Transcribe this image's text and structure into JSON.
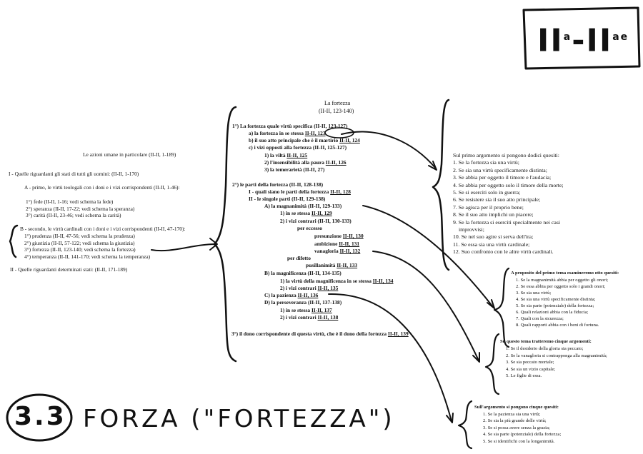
{
  "corner_label": {
    "main": "II",
    "sup1": "a",
    "sep": "-",
    "main2": "II",
    "sup2": "ae"
  },
  "handwritten_title": {
    "number": "3.3",
    "text": "FORZA (\"FORTEZZA\")"
  },
  "left": {
    "title": "Le azioni umane in particolare (II-II, 1-189)",
    "section_i": "I - Quelle riguardanti gli stati di tutti gli uomini: (II-II, 1-170)",
    "part_a": "A - primo, le virtù teologali con i doni e i vizi corrispondenti (II-II, 1-46):",
    "a_items": [
      "1°) fede (II-II, 1-16; vedi schema la fede)",
      "2°) speranza (II-II, 17-22; vedi schema la speranza)",
      "3°) carità (II-II, 23-46; vedi schema la carità)"
    ],
    "part_b": "B - secondo, le virtù cardinali con i doni e i vizi corrispondenti (II-II, 47-170):",
    "b_items": [
      "1°) prudenza (II-II, 47-56; vedi schema la prudenza)",
      "2°) giustizia (II-II, 57-122; vedi schema la giustizia)",
      "3°) fortezza (II-II, 123-140; vedi schema la fortezza)",
      "4°) temperanza (II-II, 141-170; vedi schema la temperanza)"
    ],
    "section_ii": "II - Quelle riguardanti determinati stati: (II-II, 171-189)"
  },
  "center": {
    "title": "La fortezza",
    "subtitle": "(II-II, 123-140)",
    "p1": "1°) La fortezza quale virtù specifica (II-II, 123-127)",
    "p1a_label": "a) la fortezza in se stessa",
    "p1a_ref": "II-II, 123",
    "p1b_label": "b) il suo atto principale che è il martirio",
    "p1b_ref": "II-II, 124",
    "p1c": "c) i vizi opposti alla fortezza (II-II, 125-127)",
    "p1c1_label": "1) la viltà",
    "p1c1_ref": "II-II, 125",
    "p1c2_label": "2) l'insensibilità alla paura",
    "p1c2_ref": "II-II, 126",
    "p1c3": "3) la temerarietà (II-II, 27)",
    "p2": "2°) le parti della fortezza (II-II, 128-138)",
    "p2i_label": "I - quali siano le parti della fortezza",
    "p2i_ref": "II-II, 128",
    "p2ii": "II - le singole parti (II-II, 129-138)",
    "a_magn": "A) la magnanimità (II-II, 129-133)",
    "a1_label": "1) in se stessa",
    "a1_ref": "II-II, 129",
    "a2": "2) i vizi contrari (II-II, 130-133)",
    "per_eccesso": "per eccesso",
    "presunzione_label": "presunzione",
    "presunzione_ref": "II-II, 130",
    "ambizione_label": "ambizione",
    "ambizione_ref": "II-II, 131",
    "vanagloria_label": "vanagloria",
    "vanagloria_ref": "II-II, 132",
    "per_difetto": "per difetto",
    "pusillanimita_label": "pusillanimità",
    "pusillanimita_ref": "II-II, 133",
    "b_magnif": "B) la magnificenza (II-II, 134-135)",
    "b1_label": "1) la virtù della magnificenza in se stessa",
    "b1_ref": "II-II, 134",
    "b2_label": "2) i vizi contrari",
    "b2_ref": "II-II, 135",
    "c_paz_label": "C) la pazienza",
    "c_paz_ref": "II-II, 136",
    "d_pers": "D) la perseveranza (II-II, 137-138)",
    "d1_label": "1) in se stessa",
    "d1_ref": "II-II, 137",
    "d2_label": "2) i vizi contrari",
    "d2_ref": "II-II, 138",
    "p3_label": "3°) il dono corrispondente di questa virtù, che è il dono della fortezza",
    "p3_ref": "II-II, 139"
  },
  "right1": {
    "title": "Sul primo argomento si pongono dodici quesiti:",
    "items": [
      "1. Se la fortezza sia una virtù;",
      "2. Se sia una virtù specificamente distinta;",
      "3. Se abbia per oggetto il timore e l'audacia;",
      "4. Se abbia per oggetto solo il timore della morte;",
      "5. Se si eserciti solo in guerra;",
      "6. Se resistere sia il suo atto principale;",
      "7. Se agisca per il proprio bene;",
      "8. Se il suo atto implichi un piacere;",
      "9. Se la fortezza si eserciti specialmente nei casi",
      "    improvvisi;",
      "10. Se nel suo agire si serva dell'ira;",
      "11. Se essa sia una virtù cardinale;",
      "12. Suo confronto con le altre virtù cardinali."
    ]
  },
  "right2": {
    "title": "A proposito del primo tema esamineremo otto quesiti:",
    "items": [
      "1. Se la magnanimità abbia per oggetto gli onori;",
      "2. Se essa abbia per oggetto solo i grandi onori;",
      "3. Se sia una virtù;",
      "4. Se sia una virtù specificamente distinta;",
      "5. Se sia parte (potenziale) della fortezza;",
      "6. Quali relazioni abbia con la fiducia;",
      "7. Quali con la sicurezza;",
      "8. Quali rapporti abbia con i beni di fortuna."
    ]
  },
  "right3": {
    "title": "Su questo tema tratteremo cinque argomenti:",
    "items": [
      "1. Se il desiderio della gloria sia peccato;",
      "2. Se la vanagloria si contrapponga alla magnanimità;",
      "3. Se sia peccato mortale;",
      "4. Se sia un vizio capitale;",
      "5. Le figlie di essa."
    ]
  },
  "right4": {
    "title": "Sull'argomento si pongono cinque quesiti:",
    "items": [
      "1. Se la pazienza sia una virtù;",
      "2. Se sia la più grande delle virtù;",
      "3. Se si possa avere senza la grazia;",
      "4. Se sia parte (potenziale) della fortezza;",
      "5. Se si identifichi con la longanimità."
    ]
  }
}
